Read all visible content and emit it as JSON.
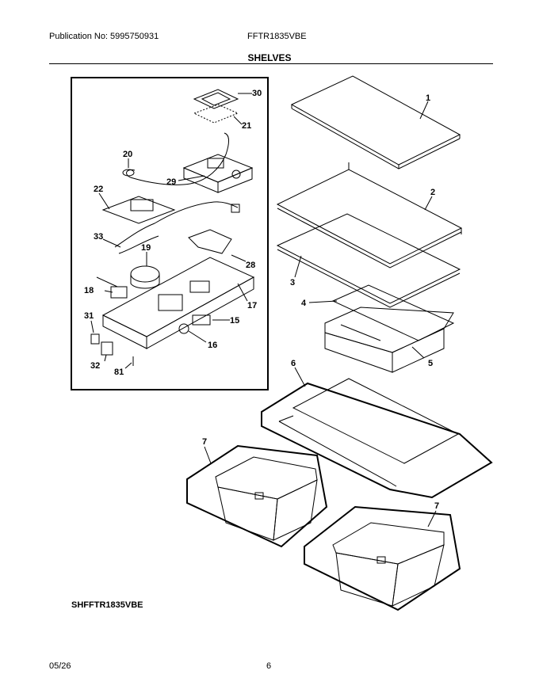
{
  "header": {
    "publication": "Publication No: 5995750931",
    "model": "FFTR1835VBE",
    "section_title": "SHELVES"
  },
  "callouts": {
    "c30": "30",
    "c21": "21",
    "c20": "20",
    "c29": "29",
    "c22": "22",
    "c33": "33",
    "c19": "19",
    "c28": "28",
    "c18": "18",
    "c17": "17",
    "c31": "31",
    "c15": "15",
    "c16": "16",
    "c32": "32",
    "c81": "81",
    "c1": "1",
    "c2": "2",
    "c3": "3",
    "c4": "4",
    "c5": "5",
    "c6": "6",
    "c7a": "7",
    "c7b": "7"
  },
  "footer": {
    "diagram_code": "SHFFTR1835VBE",
    "date": "05/26",
    "page": "6"
  }
}
